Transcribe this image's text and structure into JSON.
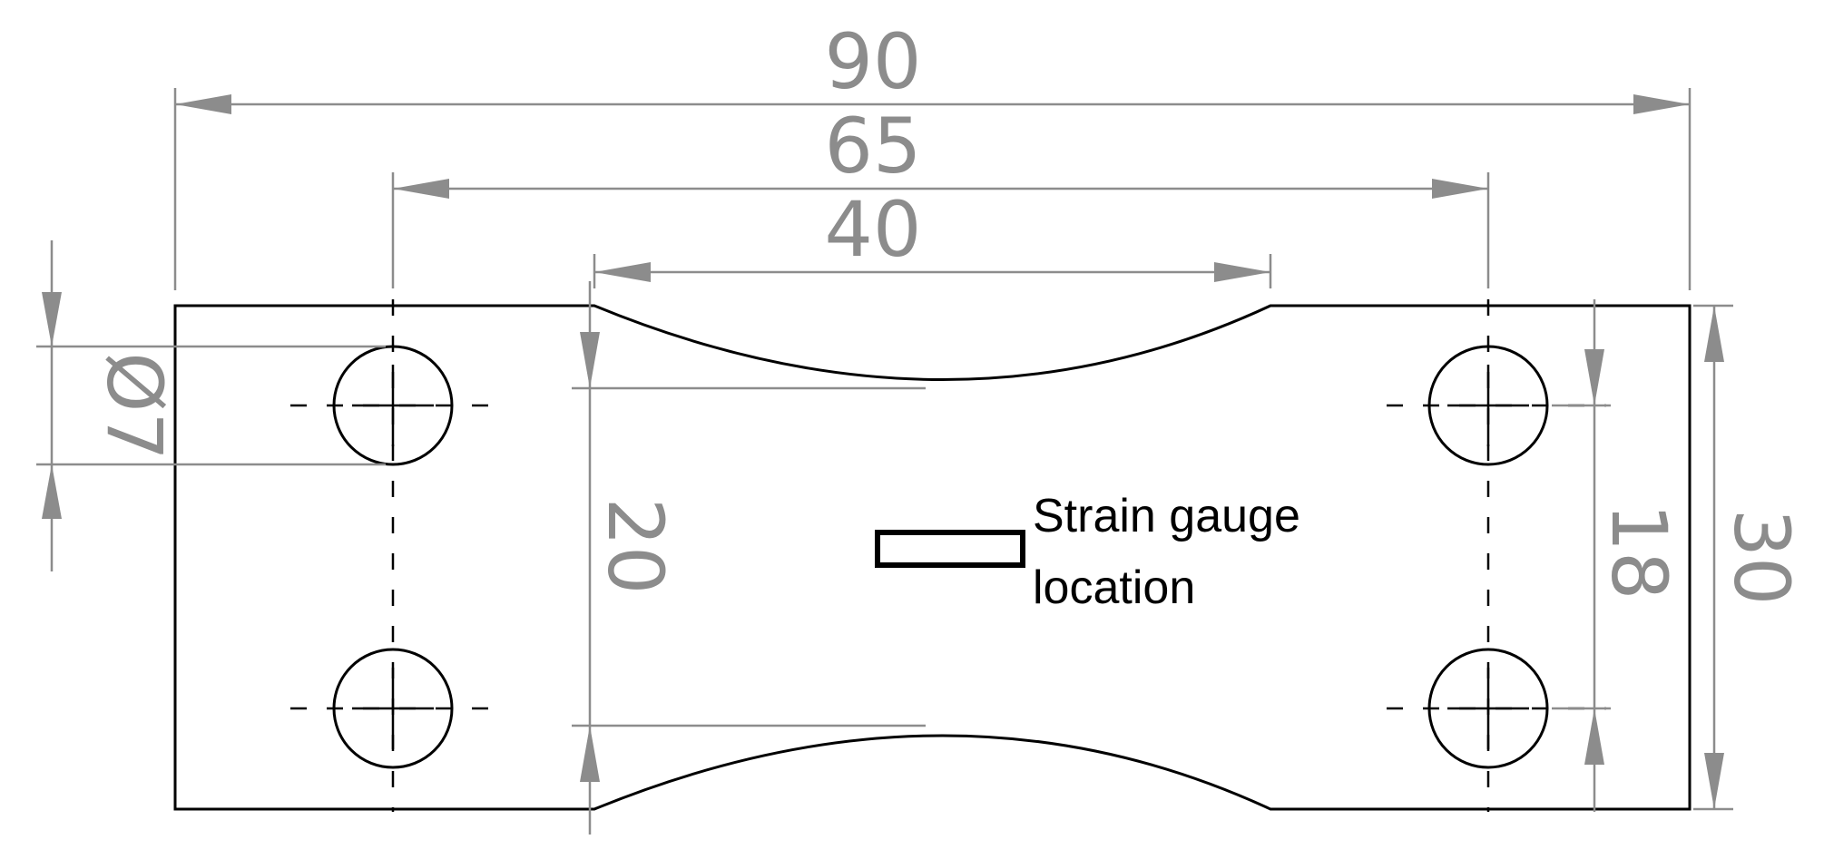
{
  "dimensions": {
    "overall_length": "90",
    "hole_spacing": "65",
    "reduced_section_length": "40",
    "hole_diameter": "Ø7",
    "neck_width": "20",
    "hole_vertical_spacing": "18",
    "overall_width": "30"
  },
  "annotation": {
    "line1": "Strain gauge",
    "line2": "location"
  },
  "colors": {
    "outline": "#000000",
    "dimension": "#8c8c8c"
  }
}
